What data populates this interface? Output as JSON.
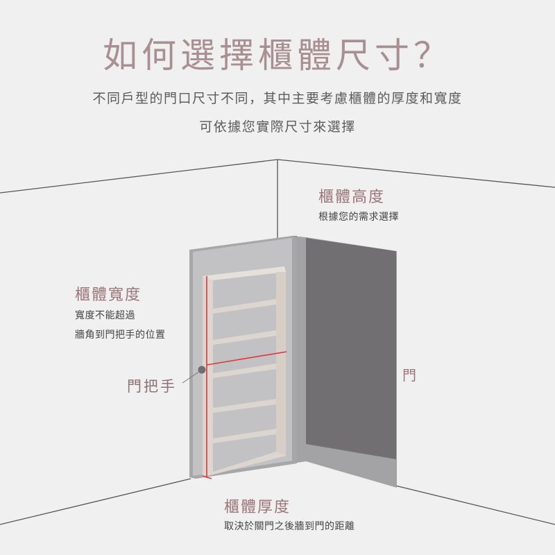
{
  "header": {
    "title": "如何選擇櫃體尺寸？",
    "subtitle_line1": "不同戶型的門口尺寸不同，其中主要考慮櫃體的厚度和寬度",
    "subtitle_line2": "可依據您實際尺寸來選擇"
  },
  "annotations": {
    "height": {
      "title": "櫃體高度",
      "desc": "根據您的需求選擇"
    },
    "width": {
      "title": "櫃體寬度",
      "desc_line1": "寬度不能超過",
      "desc_line2": "牆角到門把手的位置"
    },
    "handle": {
      "label": "門把手"
    },
    "depth": {
      "title": "櫃體厚度",
      "desc": "取決於關門之後牆到門的距離"
    },
    "door": {
      "label": "門"
    }
  },
  "colors": {
    "background": "#f0f0f0",
    "title": "#a88f91",
    "label_title": "#9b7578",
    "body_text": "#5b5b5b",
    "door_face": "#716f72",
    "door_frame": "#a3a2a5",
    "cabinet_panel": "#c2c1c4",
    "shelf": "#ddd6d0",
    "measure_line": "#e0353a",
    "wall_line": "#555555"
  },
  "illustration": {
    "shelf_count": 6,
    "icons": [
      "door-icon",
      "cabinet-icon",
      "door-handle-icon",
      "measure-line-icon"
    ]
  }
}
